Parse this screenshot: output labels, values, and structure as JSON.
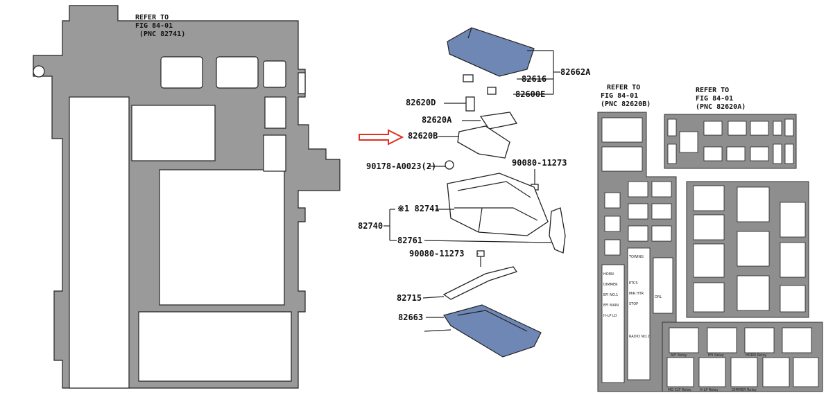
{
  "left_panel": {
    "ref_lines": [
      "REFER TO",
      "FIG 84-01",
      "(PNC 82741)"
    ]
  },
  "center_diagram": {
    "callouts": {
      "c82662A": "82662A",
      "c82616": "82616",
      "c82600E": "82600E",
      "c82620D": "82620D",
      "c82620A": "82620A",
      "c82620B": "82620B",
      "c90178": "90178-A0023(2)",
      "c90080a": "90080-11273",
      "c82741": "※1 82741",
      "c82740": "82740",
      "c82761": "82761",
      "c90080b": "90080-11273",
      "c82715": "82715",
      "c82663": "82663"
    },
    "arrow_color": "#e0301e",
    "cover_color": "#6f87b4"
  },
  "right_refs": {
    "ref_b": [
      "REFER TO",
      "FIG 84-01",
      "(PNC 82620B)"
    ],
    "ref_a": [
      "REFER TO",
      "FIG 84-01",
      "(PNC 82620A)"
    ]
  },
  "fuse_labels": [
    "HORN",
    "DIMMER",
    "EFI NO.1",
    "EFI MAIN",
    "H-LP LO",
    "TOWING",
    "STOP",
    "MIR HTR",
    "DRL",
    "ETCS",
    "RADIO NO.2"
  ],
  "relay_labels": [
    "A/F Relay",
    "EFI Relay",
    "HORN Relay",
    "H-LP Relay",
    "DIMMER Relay",
    "MG CLT Relay"
  ]
}
